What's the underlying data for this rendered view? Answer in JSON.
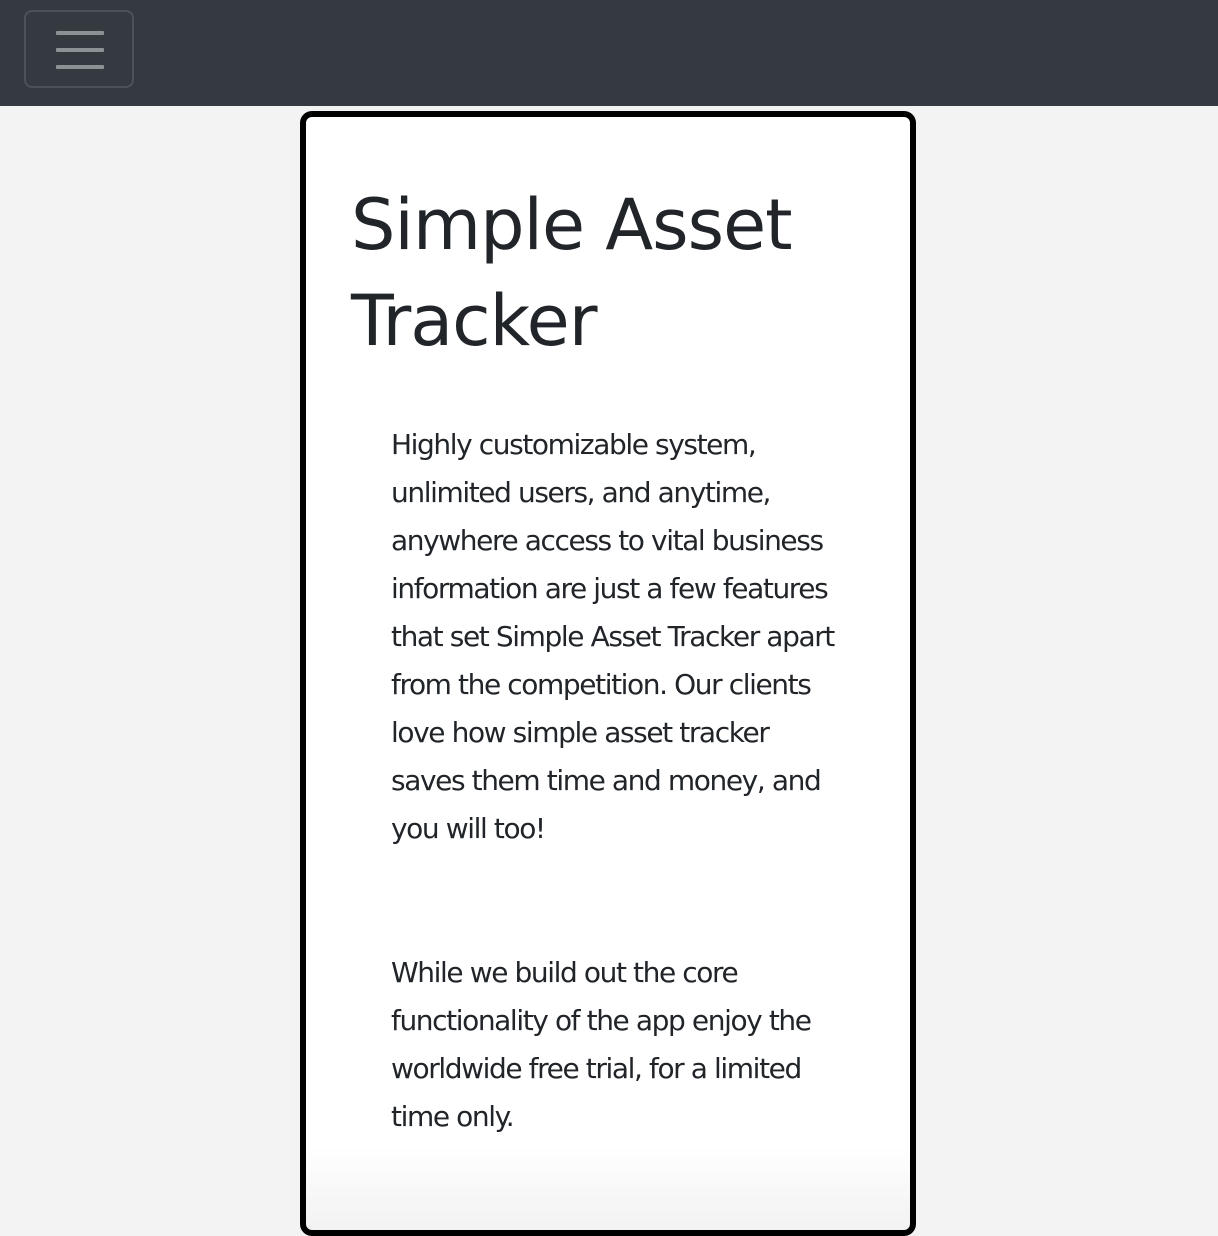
{
  "navbar": {
    "toggle_icon": "hamburger-menu-icon",
    "background_color": "#343a40"
  },
  "card": {
    "title": "Simple Asset Tracker",
    "paragraphs": [
      "Highly customizable system, unlimited users, and anytime, anywhere access to vital business information are just a few features that set Simple Asset Tracker apart from the competition. Our clients love how simple asset tracker saves them time and money, and you will too!",
      "While we build out the core functionality of the app enjoy the worldwide free trial, for a limited time only."
    ]
  }
}
